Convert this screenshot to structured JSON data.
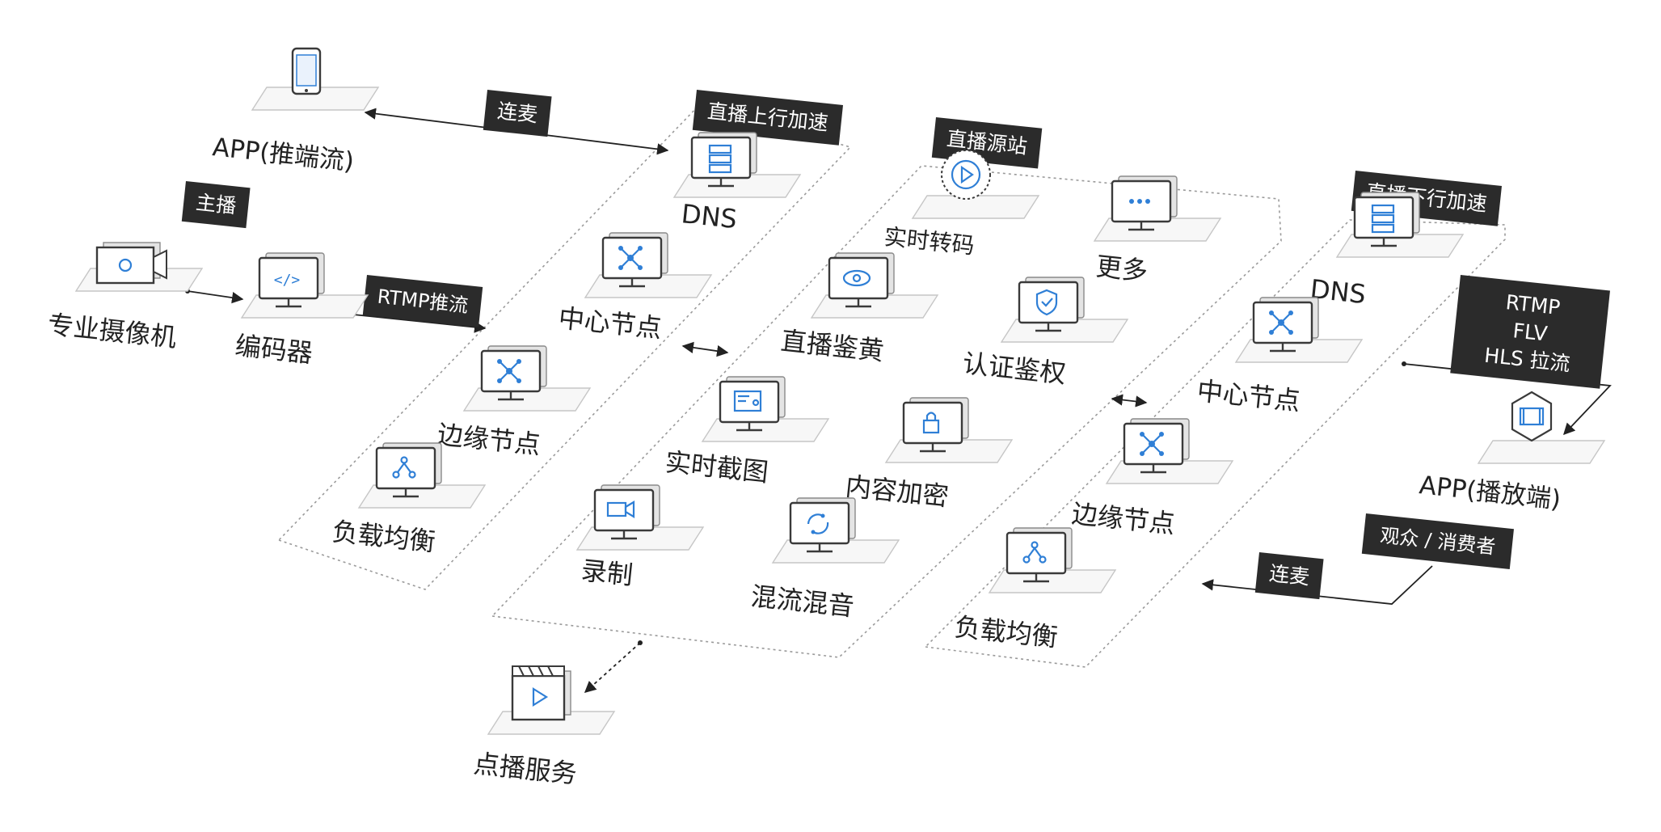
{
  "sources": {
    "app_push": "APP(推端流)",
    "anchor_tag": "主播",
    "camera": "专业摄像机",
    "encoder": "编码器",
    "rtmp_push_tag": "RTMP推流",
    "mic_link_top": "连麦"
  },
  "uplink": {
    "tag": "直播上行加速",
    "dns": "DNS",
    "center_node": "中心节点",
    "edge_node": "边缘节点",
    "load_balance": "负载均衡"
  },
  "origin": {
    "tag": "直播源站",
    "transcode": "实时转码",
    "more": "更多",
    "porn_detect": "直播鉴黄",
    "auth": "认证鉴权",
    "snapshot": "实时截图",
    "encrypt": "内容加密",
    "record": "录制",
    "mixing": "混流混音"
  },
  "downlink": {
    "tag": "直播下行加速",
    "dns": "DNS",
    "center_node": "中心节点",
    "edge_node": "边缘节点",
    "load_balance": "负载均衡"
  },
  "viewer": {
    "pull_tag": [
      "RTMP",
      "FLV",
      "HLS 拉流"
    ],
    "app_play": "APP(播放端)",
    "audience_tag": "观众 / 消费者",
    "mic_link_bottom": "连麦"
  },
  "vod": {
    "label": "点播服务"
  },
  "colors": {
    "icon_accent": "#2f7fd6",
    "tag_background": "#2b2b2b",
    "tag_text": "#ffffff",
    "zone_border": "#9a9a9a"
  }
}
